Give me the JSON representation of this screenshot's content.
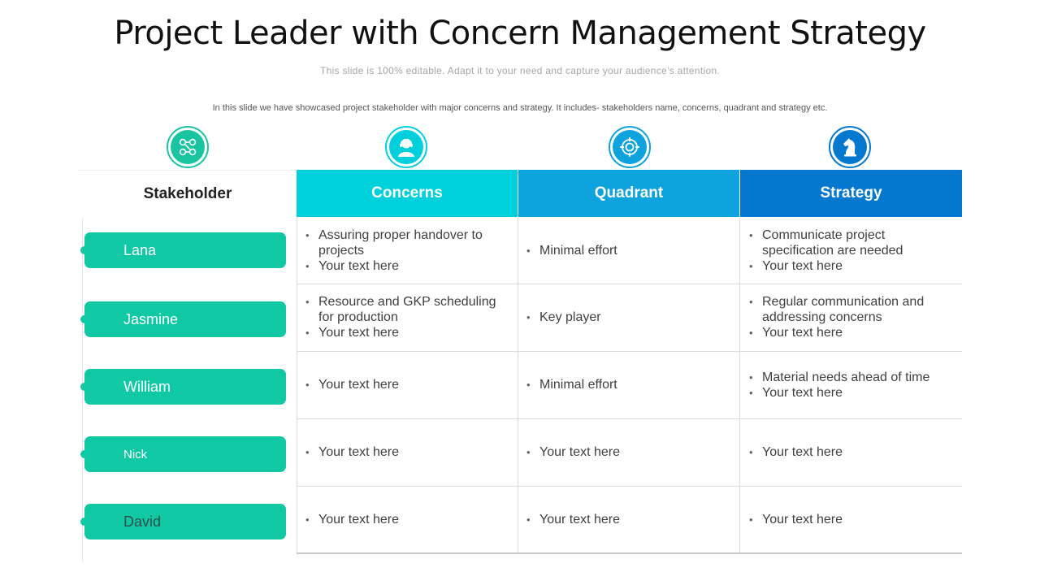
{
  "slide": {
    "title": "Project Leader with Concern Management Strategy",
    "subtitle": "This slide is 100% editable. Adapt it to your need and capture your audience’s attention.",
    "description": "In this slide we have showcased project stakeholder with major concerns and strategy. It includes- stakeholders name, concerns, quadrant and strategy etc."
  },
  "icons": [
    "stakeholder-network-icon",
    "support-agent-icon",
    "target-icon",
    "chess-knight-icon"
  ],
  "colors": {
    "pill": "#11c8a4",
    "concerns": "#00d0db",
    "quadrant": "#0ea3dd",
    "strategy": "#0478cf",
    "stakeholder_icon": "#19c5a0"
  },
  "table": {
    "headers": [
      "Stakeholder",
      "Concerns",
      "Quadrant",
      "Strategy"
    ],
    "rows": [
      {
        "name": "Lana",
        "concerns": [
          "Assuring proper handover to projects",
          "Your text here"
        ],
        "quadrant": [
          "Minimal effort"
        ],
        "strategy": [
          "Communicate project specification are needed",
          "Your text here"
        ]
      },
      {
        "name": "Jasmine",
        "concerns": [
          "Resource and GKP scheduling for production",
          "Your text here"
        ],
        "quadrant": [
          "Key player"
        ],
        "strategy": [
          "Regular communication and addressing concerns",
          "Your text here"
        ]
      },
      {
        "name": "William",
        "concerns": [
          "Your text here"
        ],
        "quadrant": [
          "Minimal effort"
        ],
        "strategy": [
          "Material needs ahead of time",
          "Your text here"
        ]
      },
      {
        "name": "Nick",
        "concerns": [
          "Your text here"
        ],
        "quadrant": [
          "Your text here"
        ],
        "strategy": [
          "Your text here"
        ]
      },
      {
        "name": "David",
        "concerns": [
          "Your text here"
        ],
        "quadrant": [
          "Your text here"
        ],
        "strategy": [
          "Your text here"
        ]
      }
    ]
  }
}
